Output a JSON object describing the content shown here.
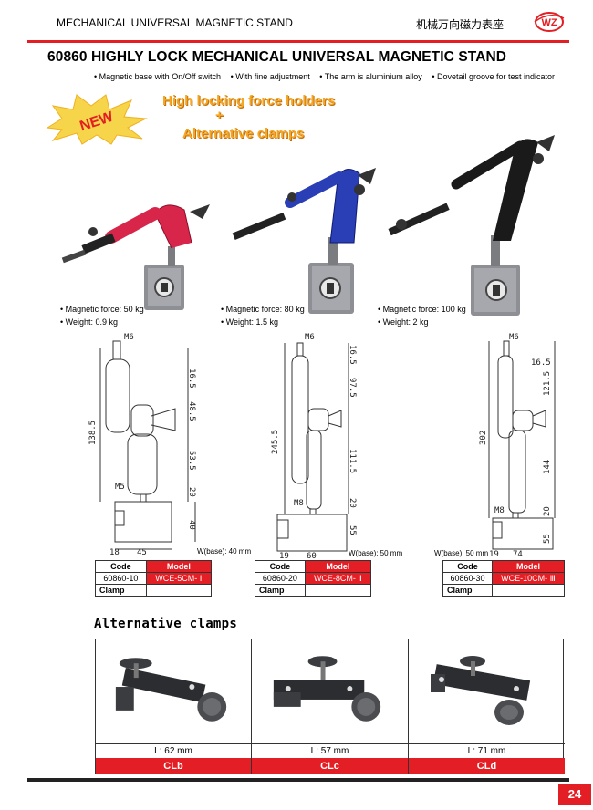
{
  "header": {
    "title": "MECHANICAL UNIVERSAL MAGNETIC STAND",
    "title_cn": "机械万向磁力表座",
    "logo_text": "WZ"
  },
  "colors": {
    "accent": "#e31e24",
    "promo": "#f5a623"
  },
  "main_title": "60860  HIGHLY LOCK MECHANICAL UNIVERSAL MAGNETIC STAND",
  "features": [
    "• Magnetic base with On/Off switch",
    "• With fine adjustment",
    "• The arm is aluminium alloy",
    "• Dovetail groove for test indicator"
  ],
  "promo": {
    "badge": "NEW",
    "line1": "High locking force holders",
    "line2": "+",
    "line3": "Alternative clamps"
  },
  "products": [
    {
      "arm_color": "#d8264a",
      "force": "• Magnetic force: 50 kg",
      "weight": "• Weight: 0.9 kg",
      "dims": {
        "top": "M6",
        "d1": "16.5",
        "d2": "48.5",
        "total": "138.5",
        "d3": "53.5",
        "d4": "20",
        "thread": "M5",
        "base_h": "40",
        "w1": "18",
        "w2": "45"
      },
      "base_width": "W(base): 40 mm",
      "code": "60860-10",
      "model": "WCE-5CM- Ⅰ"
    },
    {
      "arm_color": "#2a3fb5",
      "force": "• Magnetic force: 80 kg",
      "weight": "• Weight: 1.5 kg",
      "dims": {
        "top": "M6",
        "d1": "16.5",
        "d2": "97.5",
        "total": "245.5",
        "d3": "111.5",
        "d4": "20",
        "thread": "M8",
        "base_h": "55",
        "w1": "19",
        "w2": "60"
      },
      "base_width": "W(base): 50 mm",
      "code": "60860-20",
      "model": "WCE-8CM- Ⅱ"
    },
    {
      "arm_color": "#1a1a1a",
      "force": "• Magnetic force: 100 kg",
      "weight": "• Weight: 2 kg",
      "dims": {
        "top": "M6",
        "d1": "16.5",
        "d2": "121.5",
        "total": "302",
        "d3": "144",
        "d4": "20",
        "thread": "M8",
        "base_h": "55",
        "w1": "19",
        "w2": "74"
      },
      "base_width": "W(base): 50 mm",
      "code": "60860-30",
      "model": "WCE-10CM- Ⅲ"
    }
  ],
  "table_labels": {
    "code": "Code",
    "model": "Model",
    "clamp": "Clamp"
  },
  "alternative_title": "Alternative clamps",
  "clamps": [
    {
      "length": "L: 62  mm",
      "name": "CLb"
    },
    {
      "length": "L: 57 mm",
      "name": "CLc"
    },
    {
      "length": "L: 71 mm",
      "name": "CLd"
    }
  ],
  "page_number": "24"
}
